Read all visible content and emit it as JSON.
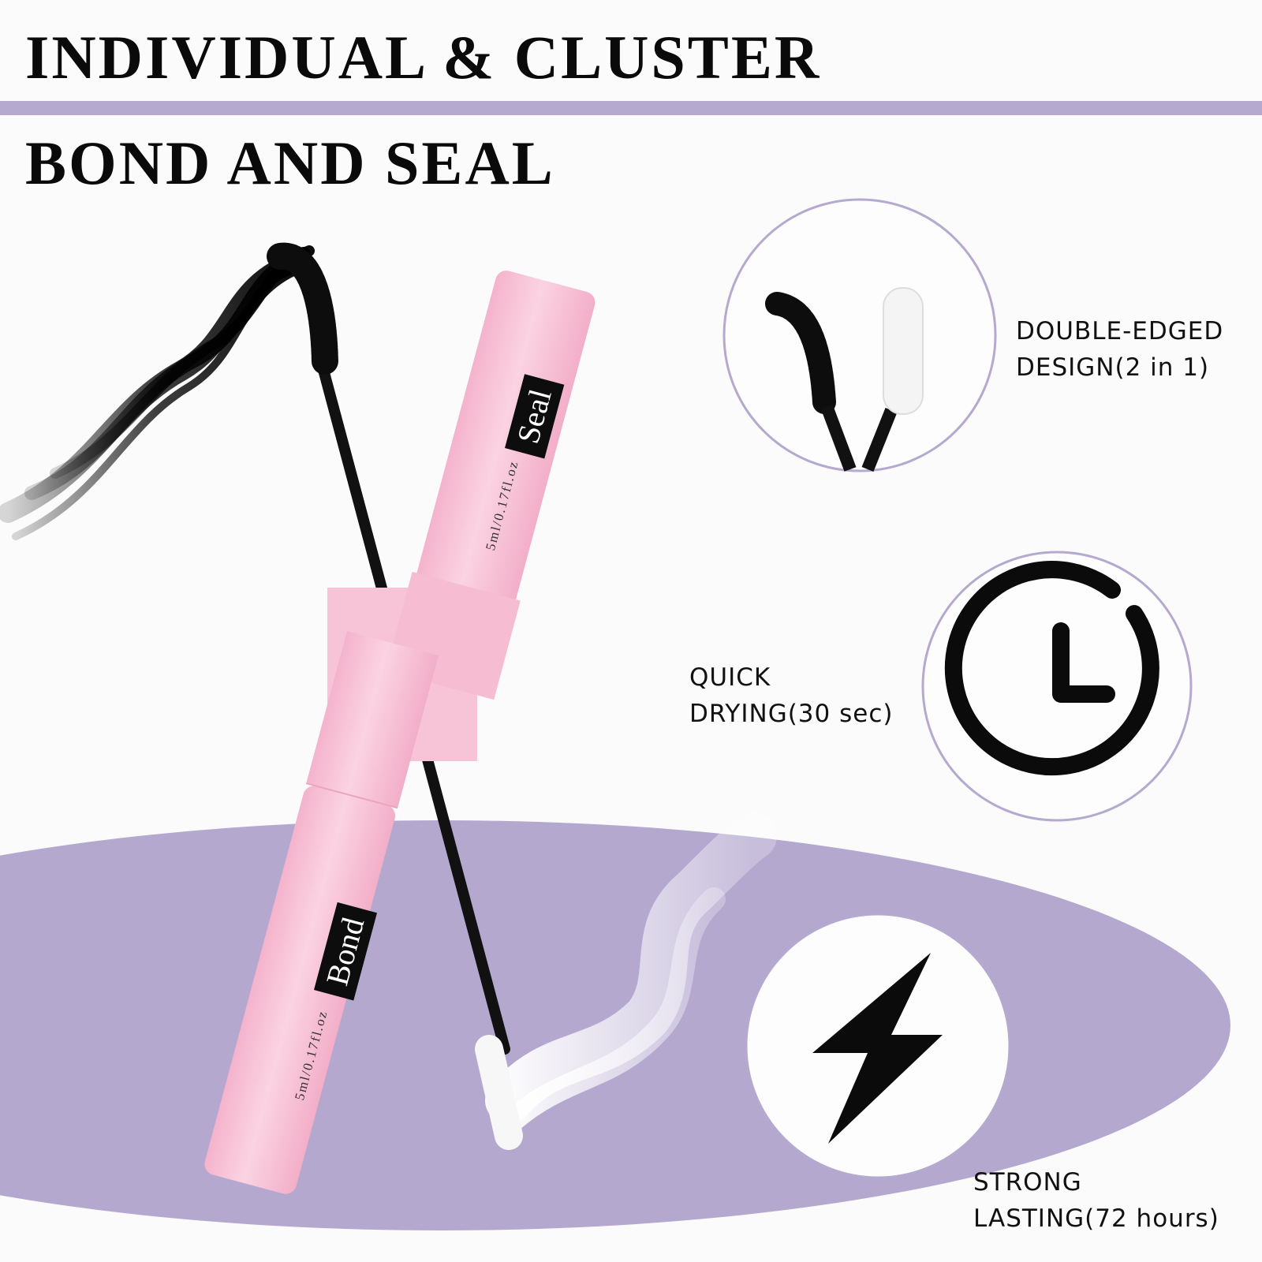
{
  "heading": {
    "line1": "INDIVIDUAL & CLUSTER",
    "line2": "BOND AND SEAL"
  },
  "product": {
    "top_label": "Seal",
    "bottom_label": "Bond",
    "top_capacity": "5ml/0.17fl.oz",
    "bottom_capacity": "5ml/0.17fl.oz",
    "tube_color": "#f6c2d6",
    "accent_color": "#b5a9d0"
  },
  "features": [
    {
      "icon": "double-brush-icon",
      "line1": "DOUBLE-EDGED",
      "line2": "DESIGN(2 in 1)"
    },
    {
      "icon": "clock-icon",
      "line1": "QUICK",
      "line2": "DRYING(30 sec)"
    },
    {
      "icon": "lightning-icon",
      "line1": "STRONG",
      "line2": "LASTING(72 hours)"
    }
  ]
}
